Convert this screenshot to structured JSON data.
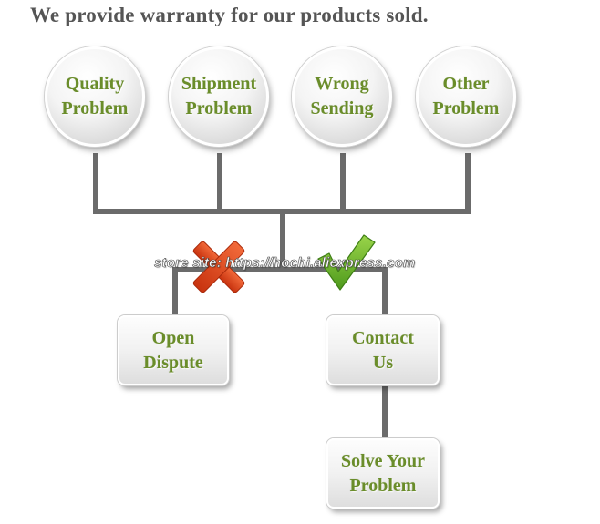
{
  "title": "We provide warranty for our products sold.",
  "problems": [
    {
      "label": "Quality\nProblem"
    },
    {
      "label": "Shipment\nProblem"
    },
    {
      "label": "Wrong\nSending"
    },
    {
      "label": "Other\nProblem"
    }
  ],
  "actions": {
    "open_dispute": "Open\nDispute",
    "contact_us": "Contact\nUs",
    "solve": "Solve Your\nProblem"
  },
  "watermark": "store site: https://hochi.aliexpress.com",
  "colors": {
    "label_green": "#6a8d2a",
    "connector_gray": "#6b6b6b",
    "cross_red": "#e0421e",
    "check_green": "#6db52a"
  },
  "icons": {
    "cross": "cross-icon",
    "check": "check-icon"
  }
}
